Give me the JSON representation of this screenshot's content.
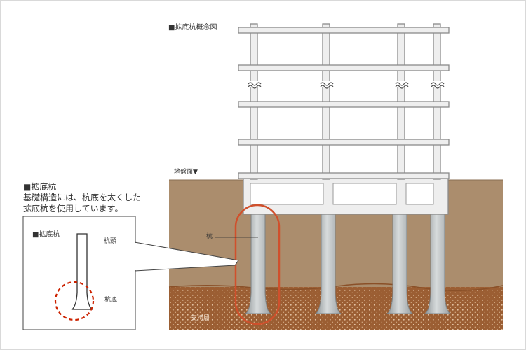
{
  "diagram": {
    "title": "■拡底杭概念図",
    "ground_level_label": "地盤面▼",
    "pile_label": "杭",
    "bearing_layer_label": "支持層"
  },
  "callout": {
    "heading": "■拡底杭",
    "description_line1": "基礎構造には、杭底を太くした",
    "description_line2": "拡底杭を使用しています。"
  },
  "inset": {
    "title": "■拡底杭",
    "pile_head_label": "杭頭",
    "pile_base_label": "杭底"
  },
  "colors": {
    "soil": "#ab8d6d",
    "bearing_layer": "#9b5e33",
    "frame_fill": "#eeeeee",
    "frame_stroke": "#8a8a8a",
    "pile_fill": "#bfc4c6",
    "highlight": "#d0502c",
    "text": "#333333"
  }
}
